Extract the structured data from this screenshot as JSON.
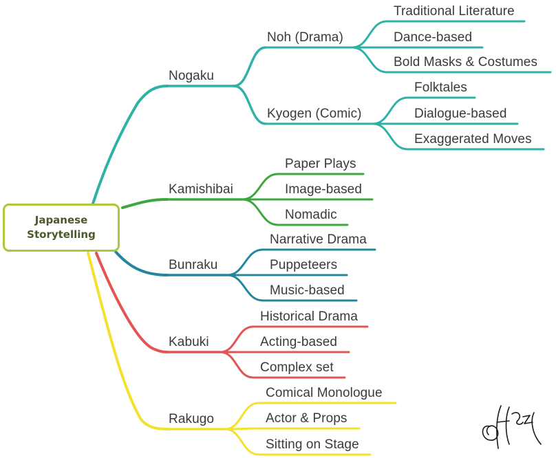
{
  "root": {
    "title": "Japanese\nStorytelling",
    "color": "#a9c83a"
  },
  "branches": [
    {
      "label": "Nogaku",
      "color": "#2fb2a6",
      "groups": [
        {
          "label": "Noh (Drama)",
          "leaves": [
            "Traditional Literature",
            "Dance-based",
            "Bold Masks & Costumes"
          ]
        },
        {
          "label": "Kyogen (Comic)",
          "leaves": [
            "Folktales",
            "Dialogue-based",
            "Exaggerated Moves"
          ]
        }
      ]
    },
    {
      "label": "Kamishibai",
      "color": "#3aa83a",
      "leaves": [
        "Paper Plays",
        "Image-based",
        "Nomadic"
      ]
    },
    {
      "label": "Bunraku",
      "color": "#23869c",
      "leaves": [
        "Narrative Drama",
        "Puppeteers",
        "Music-based"
      ]
    },
    {
      "label": "Kabuki",
      "color": "#e25552",
      "leaves": [
        "Historical Drama",
        "Acting-based",
        "Complex set"
      ]
    },
    {
      "label": "Rakugo",
      "color": "#f2e22e",
      "leaves": [
        "Comical Monologue",
        "Actor & Props",
        "Sitting on Stage"
      ]
    }
  ]
}
